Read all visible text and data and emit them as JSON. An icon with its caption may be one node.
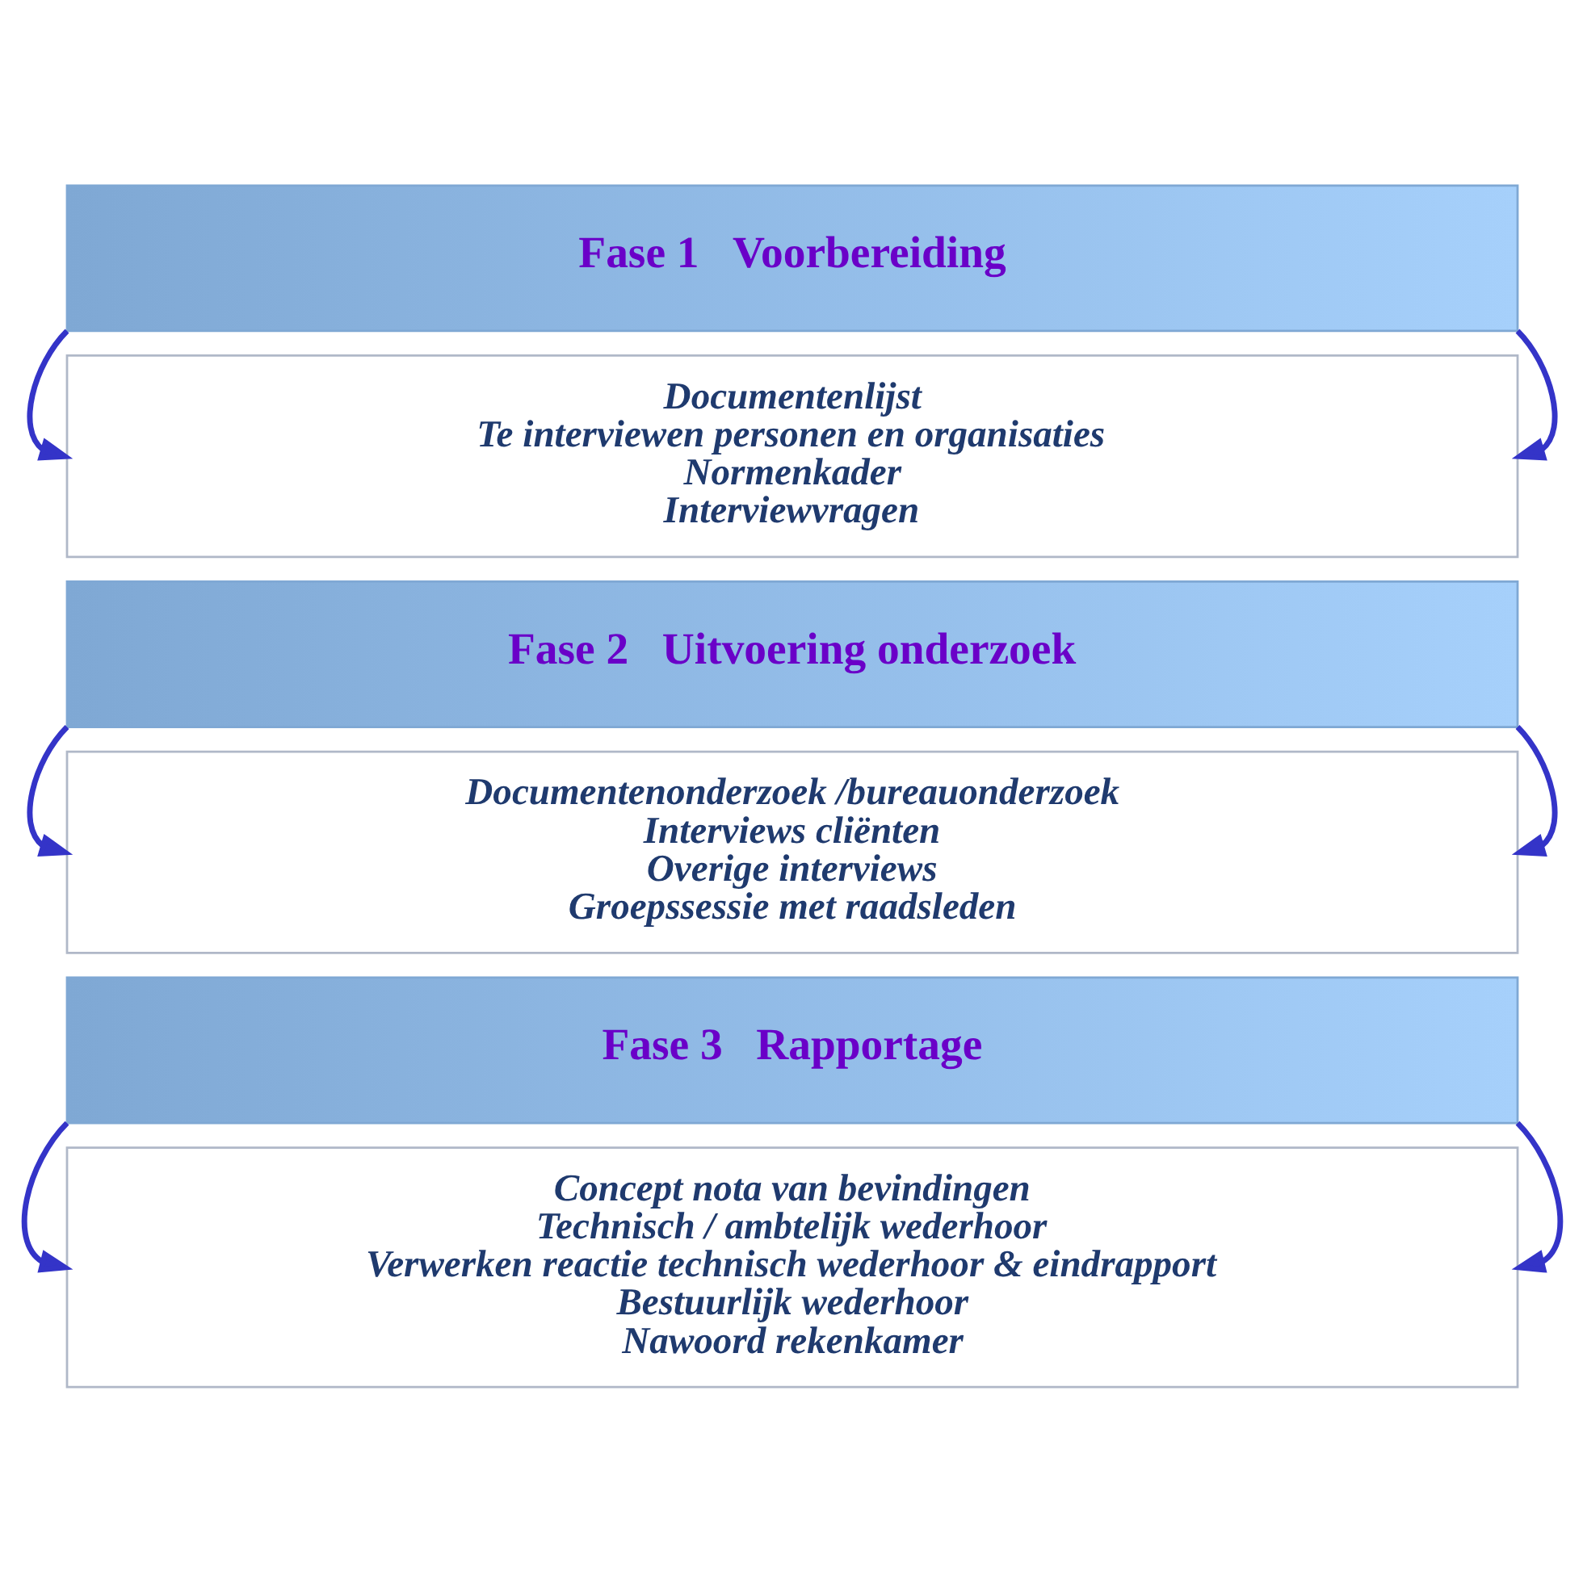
{
  "diagram": {
    "nodes": [
      {
        "text": [
          "Fase 1   Voorbereiding"
        ]
      },
      {
        "text": [
          "Documentenlijst",
          "Te interviewen personen en organisaties",
          "Normenkader",
          "Interviewvragen"
        ]
      },
      {
        "text": [
          "Fase 2   Uitvoering onderzoek"
        ]
      },
      {
        "text": [
          "Documentenonderzoek /bureauonderzoek",
          "Interviews cliënten",
          "Overige interviews",
          "Groepssessie met raadsleden"
        ]
      },
      {
        "text": [
          "Fase 3   Rapportage"
        ]
      },
      {
        "text": [
          "Concept nota van bevindingen",
          "Technisch / ambtelijk wederhoor",
          "Verwerken reactie technisch wederhoor & eindrapport",
          "Bestuurlijk wederhoor",
          "Nawoord rekenkamer"
        ]
      }
    ],
    "edges": [
      {
        "from": 0,
        "to": 1,
        "arrow": "to"
      },
      {
        "from": 0,
        "to": 1,
        "arrow": "to"
      },
      {
        "from": 2,
        "to": 3,
        "arrow": "to"
      },
      {
        "from": 2,
        "to": 3,
        "arrow": "to"
      },
      {
        "from": 4,
        "to": 5,
        "arrow": "to"
      },
      {
        "from": 4,
        "to": 5,
        "arrow": "to"
      }
    ]
  }
}
